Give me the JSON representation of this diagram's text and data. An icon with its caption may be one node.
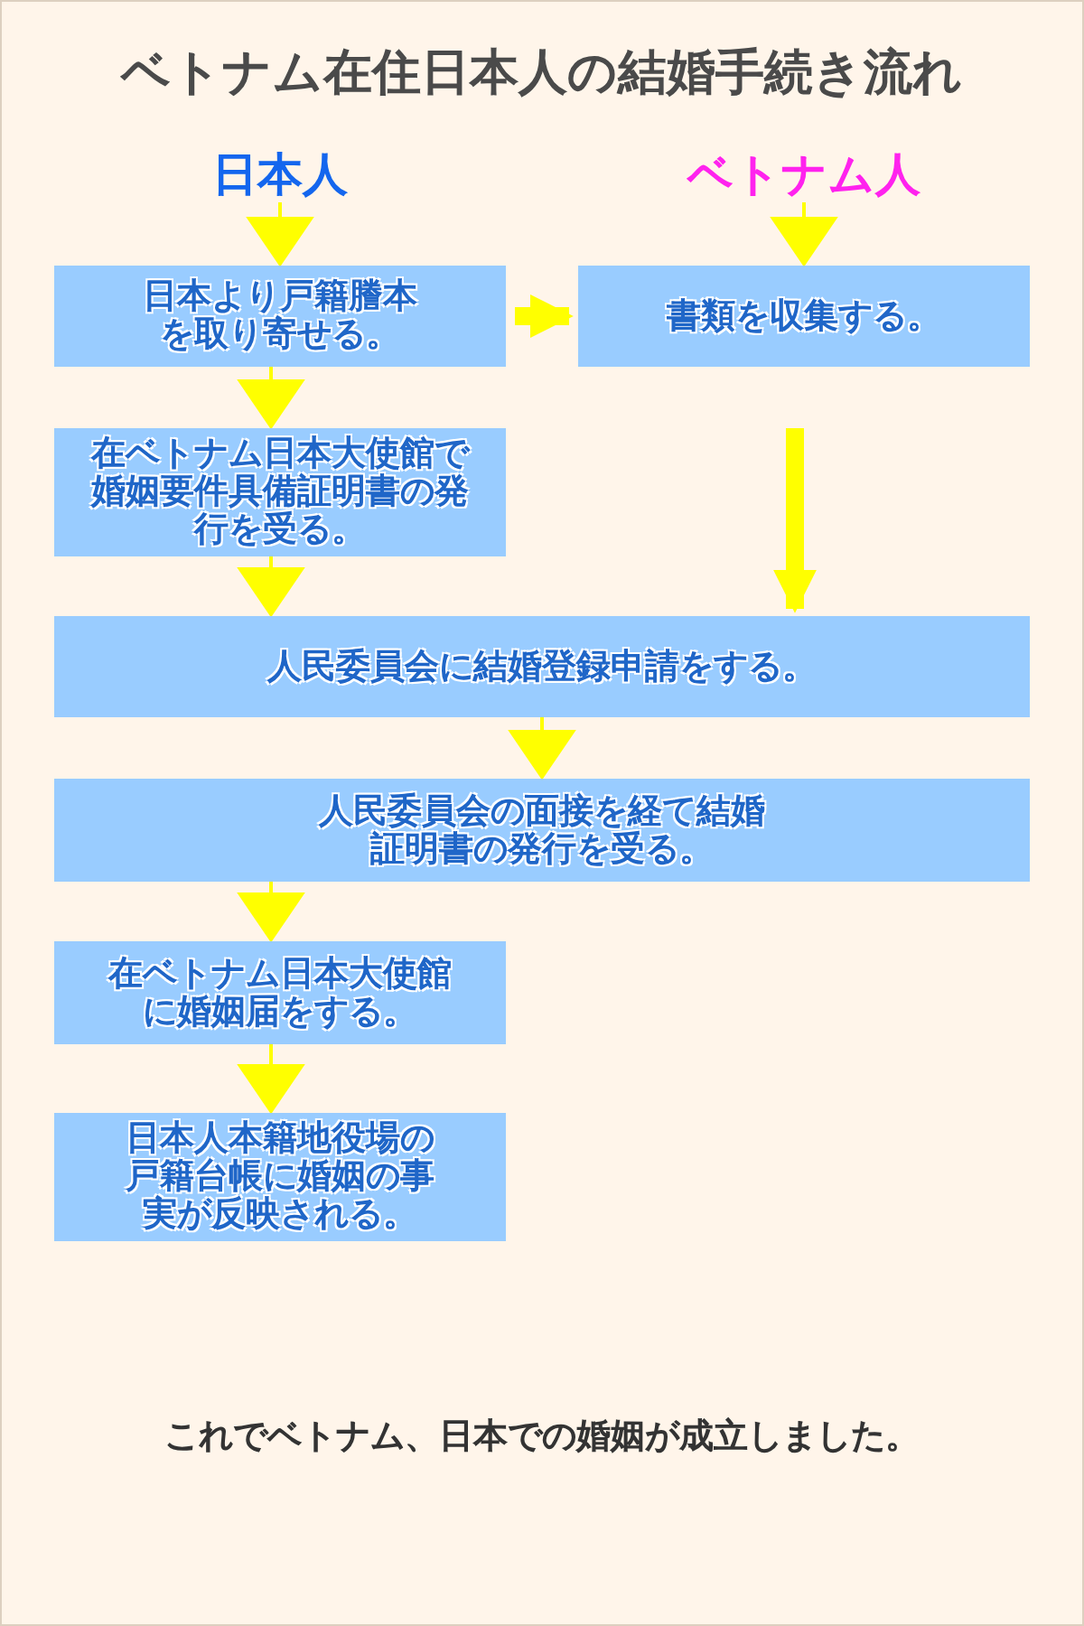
{
  "diagram": {
    "title": "ベトナム在住日本人の結婚手続き流れ",
    "nodes": [
      {
        "text": [
          "日本人"
        ]
      },
      {
        "text": [
          "ベトナム人"
        ]
      },
      {
        "text": [
          "日本より戸籍謄本を取り寄せる。"
        ]
      },
      {
        "text": [
          "書類を収集する。"
        ]
      },
      {
        "text": [
          "在ベトナム日本大使館で婚姻要件具備証明書の発行を受る。"
        ]
      },
      {
        "text": [
          "人民委員会に結婚登録申請をする。"
        ]
      },
      {
        "text": [
          "人民委員会の面接を経て結婚証明書の発行を受る。"
        ]
      },
      {
        "text": [
          "在ベトナム日本大使館に婚姻届をする。"
        ]
      },
      {
        "text": [
          "日本人本籍地役場の戸籍台帳に婚姻の事実が反映される。"
        ]
      }
    ],
    "edges": [
      {
        "from": 0,
        "to": 2,
        "arrow": "to"
      },
      {
        "from": 1,
        "to": 3,
        "arrow": "to"
      },
      {
        "from": 2,
        "to": 3,
        "arrow": "to",
        "style": "thick"
      },
      {
        "from": 2,
        "to": 4,
        "arrow": "to"
      },
      {
        "from": 3,
        "to": 5,
        "arrow": "to",
        "style": "thick"
      },
      {
        "from": 4,
        "to": 5,
        "arrow": "to"
      },
      {
        "from": 5,
        "to": 6,
        "arrow": "to"
      },
      {
        "from": 6,
        "to": 7,
        "arrow": "to"
      },
      {
        "from": 7,
        "to": 8,
        "arrow": "to"
      }
    ],
    "labels": [
      "これでベトナム、日本での婚姻が成立しました。"
    ]
  }
}
